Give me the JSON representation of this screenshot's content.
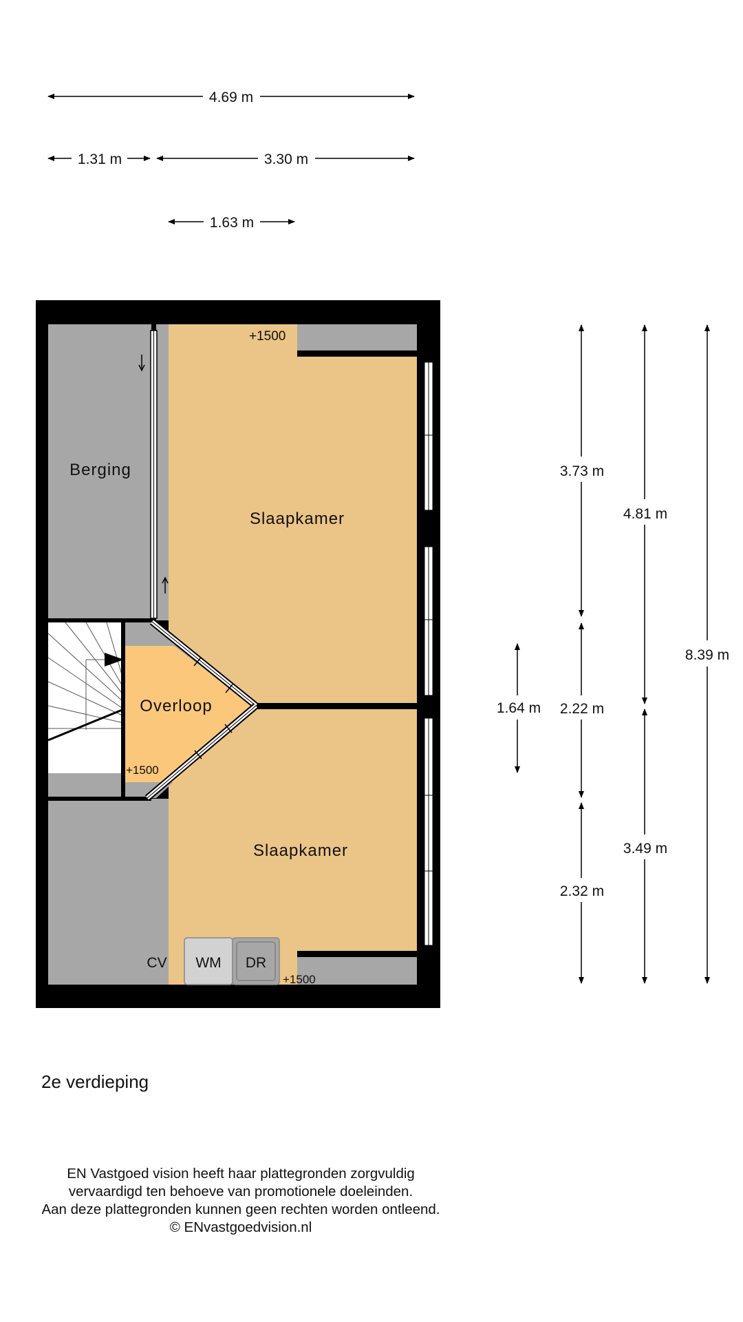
{
  "floor_title": "2e verdieping",
  "rooms": {
    "berging": "Berging",
    "slaapkamer_top": "Slaapkamer",
    "slaapkamer_bottom": "Slaapkamer",
    "overloop": "Overloop"
  },
  "fixtures": {
    "cv": "CV",
    "wm": "WM",
    "dr": "DR"
  },
  "heights": {
    "top_right": "+1500",
    "overloop": "+1500",
    "bottom": "+1500"
  },
  "dimensions": {
    "total_width": "4.69 m",
    "width_left": "1.31 m",
    "width_right": "3.30 m",
    "width_mid": "1.63 m",
    "h_top_room": "3.73 m",
    "h_mid": "2.22 m",
    "h_bottom_room": "2.32 m",
    "h_overloop": "1.64 m",
    "h_top_total": "4.81 m",
    "h_bottom_total": "3.49 m",
    "h_total": "8.39 m"
  },
  "disclaimer": {
    "line1": "EN Vastgoed vision heeft haar plattegronden zorgvuldig",
    "line2": "vervaardigd ten behoeve van promotionele doeleinden.",
    "line3": "Aan deze plattegronden kunnen geen rechten worden ontleend.",
    "line4": "© ENvastgoedvision.nl"
  },
  "colors": {
    "wall": "#000000",
    "room_fill": "#ebc487",
    "overloop_fill": "#fbc77b",
    "unused_fill": "#a7a7a7",
    "appliance_fill": "#d2d2d2"
  },
  "icons": [
    "stair-arrow-icon",
    "slope-arrow-down-icon",
    "slope-arrow-up-icon"
  ]
}
